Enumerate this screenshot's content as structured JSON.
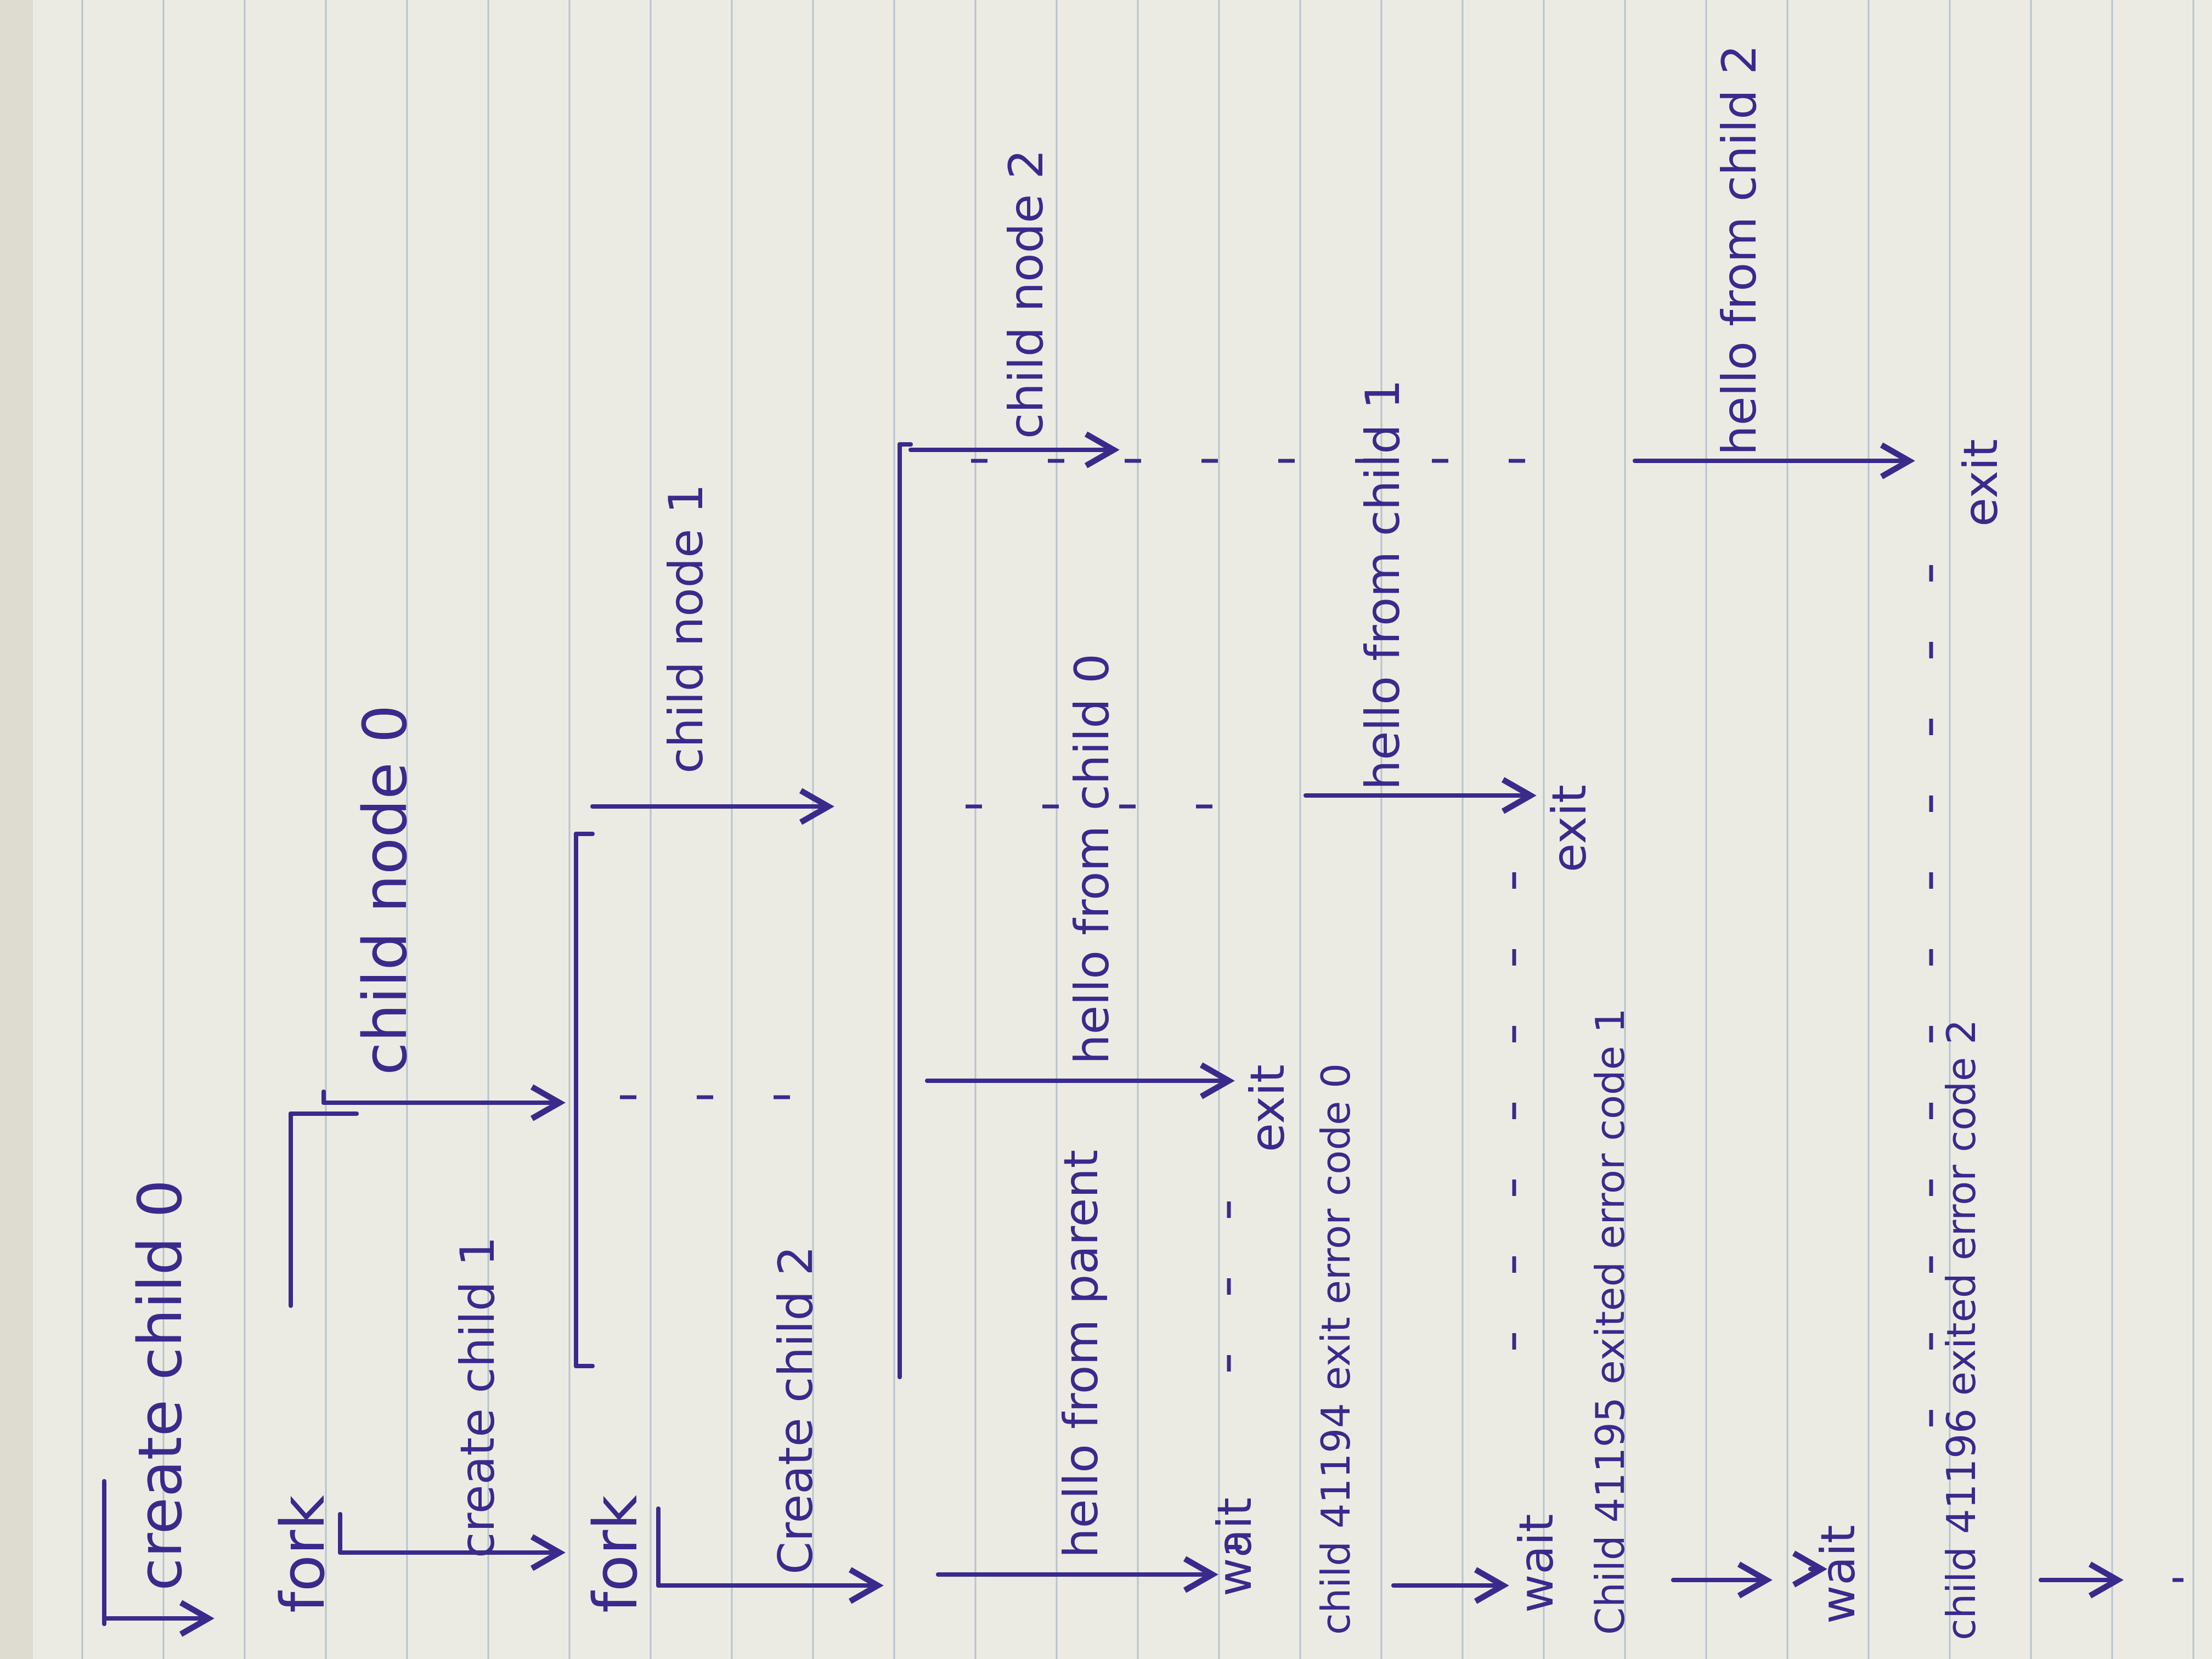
{
  "colors": {
    "paper": "#ecebe3",
    "rule_line": "#b9c3cf",
    "ink": "#3a2a8c"
  },
  "labels": {
    "create_child0": "create child 0",
    "fork_1": "fork",
    "create_child1": "create child 1",
    "child_node0": "child node 0",
    "fork_2": "fork",
    "create_child2": "Create child 2",
    "child_node1": "child node 1",
    "child_node2": "child node 2",
    "hello_parent": "hello from parent",
    "wait_1": "wait",
    "hello_child0": "hello from child 0",
    "exit_child0": "exit",
    "child_exit_0": "child 41194 exit error code 0",
    "wait_2": "wait",
    "child_exit_1": "Child 41195 exited error code 1",
    "hello_child1": "hello from child 1",
    "exit_child1": "exit",
    "wait_3": "wait",
    "child_exit_2": "child 41196 exited error code 2",
    "hello_child2": "hello from child 2",
    "exit_child2": "exit"
  }
}
